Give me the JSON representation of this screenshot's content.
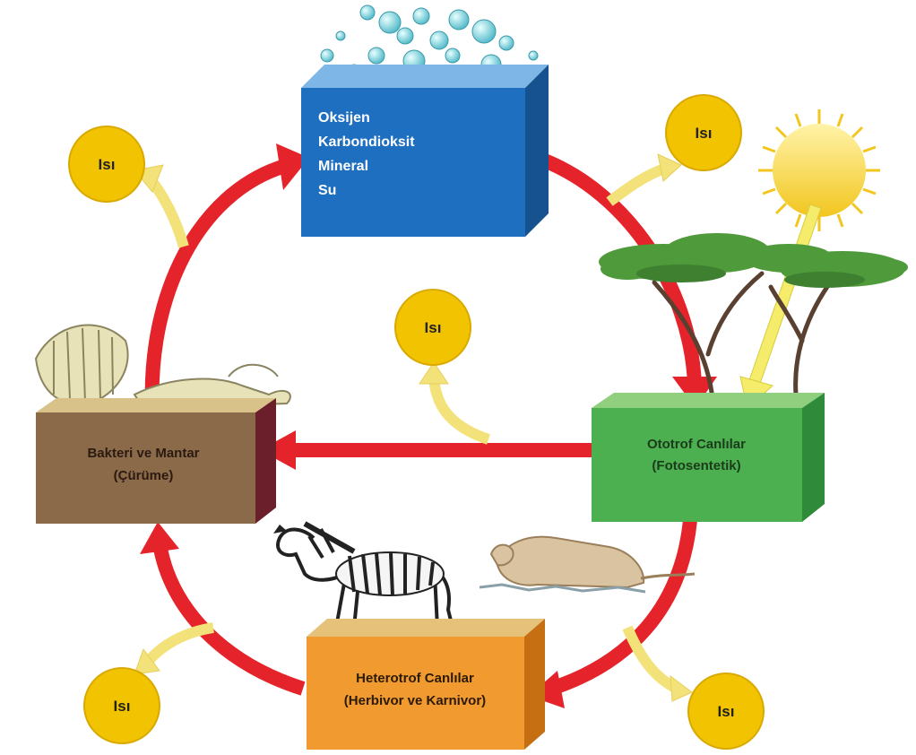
{
  "nodes": {
    "abiotic": {
      "lines": [
        "Oksijen",
        "Karbondioksit",
        "Mineral",
        "Su"
      ]
    },
    "autotroph": {
      "title": "Ototrof Canlılar",
      "subtitle": "(Fotosentetik)"
    },
    "decomposer": {
      "title": "Bakteri ve Mantar",
      "subtitle": "(Çürüme)"
    },
    "heterotroph": {
      "title": "Heterotrof Canlılar",
      "subtitle": "(Herbivor ve Karnivor)"
    }
  },
  "heat_label": "Isı",
  "heat_labels": [
    "Isı",
    "Isı",
    "Isı",
    "Isı",
    "Isı"
  ],
  "colors": {
    "flow_arrow": "#e5232a",
    "heat_arrow": "#f3e27a",
    "heat_circle": "#f2c300",
    "abiotic_box": "#1f6fc0",
    "autotroph_box": "#4caf50",
    "decomposer_box": "#8b6a4a",
    "heterotroph_box": "#f19a2f",
    "sun": "#f7d44a"
  },
  "icons": [
    "sun-icon",
    "acacia-trees-icon",
    "zebra-icon",
    "lioness-icon",
    "skeleton-icon",
    "bubbles-icon"
  ]
}
